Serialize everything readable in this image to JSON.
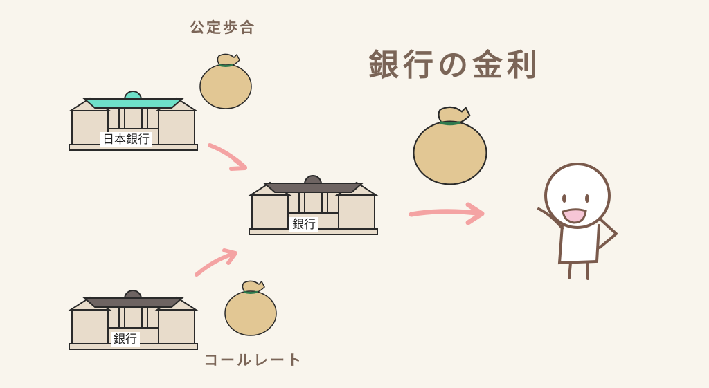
{
  "title": "銀行の金利",
  "labels": {
    "official_rate": "公定歩合",
    "call_rate": "コールレート"
  },
  "buildings": [
    {
      "label": "日本銀行",
      "roof_color": "#6ee0c8"
    },
    {
      "label": "銀行",
      "roof_color": "#6e6462"
    },
    {
      "label": "銀行",
      "roof_color": "#6e6462"
    }
  ],
  "colors": {
    "background": "#f9f5ed",
    "text": "#7b6557",
    "arrow": "#f4a3a3",
    "bag": "#e2c794",
    "character_outline": "#7a5a4c",
    "mouth": "#f6c6d6"
  }
}
